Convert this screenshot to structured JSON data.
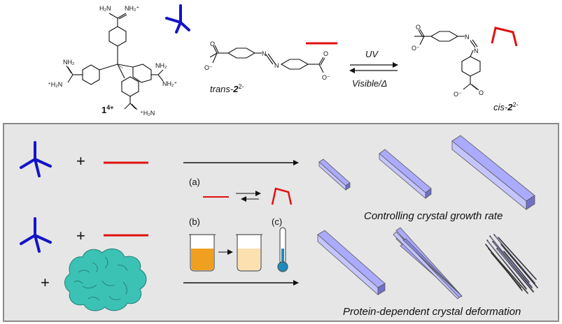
{
  "molecules": {
    "tetra": {
      "amidine_top": "H₂N",
      "amidine_top_r": "NH₂⁺",
      "amidine_left_a": "⁺H₂N",
      "amidine_left_b": "NH₂",
      "amidine_right_a": "NH₂",
      "amidine_right_b": "NH₂⁺",
      "amidine_bottom": "⁺H₂N",
      "label_main": "1",
      "label_sup": "4+"
    },
    "trans": {
      "o_left": "O",
      "o_left_neg": "O⁻",
      "n1": "N",
      "n2": "N",
      "o_right": "O",
      "o_right_neg": "O⁻",
      "label_prefix": "trans-",
      "label_num": "2",
      "label_sup": "2-"
    },
    "cis": {
      "o_top": "O",
      "o_top_neg": "O⁻",
      "n1": "N",
      "n2": "N",
      "o_bot": "O",
      "o_bot_neg": "O⁻",
      "label_prefix": "cis-",
      "label_num": "2",
      "label_sup": "2-"
    }
  },
  "reaction": {
    "forward": "UV",
    "reverse": "Visible/Δ"
  },
  "panel": {
    "plus": "+",
    "label_a": "(a)",
    "label_b": "(b)",
    "label_c": "(c)",
    "caption_growth": "Controlling crystal growth rate",
    "caption_deform": "Protein-dependent crystal deformation"
  },
  "colors": {
    "tetrahedral_linker": "#1414c8",
    "azo_linker": "#e01010",
    "panel_fill": "#e6e6e6",
    "panel_border": "#8a8a8a",
    "crystal": "#aaaaff",
    "protein": "#3cc2b4",
    "orange_liquid": "#f0a020",
    "pale_liquid": "#fce0b0",
    "thermometer": "#1a8cbf"
  }
}
